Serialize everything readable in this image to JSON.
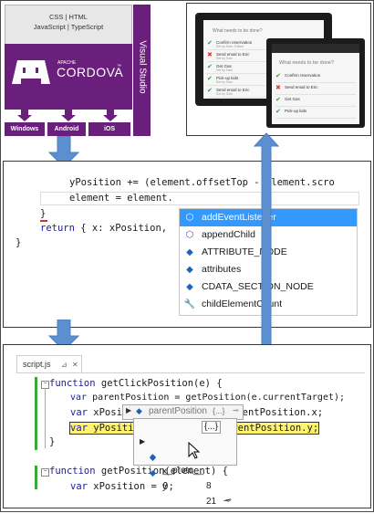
{
  "top_left": {
    "stack_line1": "CSS | HTML",
    "stack_line2": "JavaScript | TypeScript",
    "cordova_small": "APACHE",
    "cordova_name": "CORDOVA",
    "cordova_tm": "™",
    "vs_label": "Visual Studio",
    "platforms": [
      "Windows",
      "Android",
      "iOS"
    ]
  },
  "phones": {
    "title": "What needs to be done?",
    "items": [
      {
        "icon": "check",
        "text": "Confirm reservation",
        "sub": "Set by Sam, Edited"
      },
      {
        "icon": "cross",
        "text": "Send email to Eric",
        "sub": "Set by Sam"
      },
      {
        "icon": "check",
        "text": "Get Gas",
        "sub": "Set by Sam"
      },
      {
        "icon": "check",
        "text": "Pick-up kids",
        "sub": "Set by Sam"
      },
      {
        "icon": "check",
        "text": "Send email to Eric",
        "sub": "Set by Sam"
      }
    ]
  },
  "code_block": {
    "l1": "yPosition += (element.offsetTop - element.scro",
    "l2": "element = element.",
    "l3": "}",
    "l4_kw": "return",
    "l4": " { x: xPosition,",
    "l5": "}"
  },
  "autocomplete": {
    "items": [
      {
        "icon": "method",
        "label": "addEventListener",
        "selected": true
      },
      {
        "icon": "method",
        "label": "appendChild",
        "selected": false
      },
      {
        "icon": "field",
        "label": "ATTRIBUTE_NODE",
        "selected": false
      },
      {
        "icon": "field",
        "label": "attributes",
        "selected": false
      },
      {
        "icon": "field",
        "label": "CDATA_SECTION_NODE",
        "selected": false
      },
      {
        "icon": "wrench",
        "label": "childElementCount",
        "selected": false
      }
    ]
  },
  "debugger": {
    "tab_label": "script.js",
    "tab_pin": "⊿",
    "tab_close": "✕",
    "lines": [
      {
        "kw": "function",
        "text": " getClickPosition(e) {"
      },
      {
        "kw": "var",
        "text": " parentPosition = getPosition(e.currentTarget);"
      },
      {
        "kw": "var",
        "text": " xPosit"
      },
      {
        "kw": "var",
        "text": " yPositio"
      },
      {
        "kw": "",
        "text": "}"
      },
      {
        "kw": "function",
        "text": " getPosition(element) {"
      },
      {
        "kw": "var",
        "text": " xPosition = 0;"
      }
    ],
    "line3_tail": "arentPosition.x;",
    "line4_tail": "arentPosition.y;",
    "tip_header": "parentPosition",
    "tip_header_val": "{...}",
    "rows": [
      {
        "name": "__proto__",
        "value": "{...}"
      },
      {
        "name": "x",
        "value": "8"
      },
      {
        "name": "y",
        "value": "21"
      }
    ]
  },
  "colors": {
    "cordova_purple": "#6b1f7c",
    "arrow_blue": "#5b8fd0",
    "selection_blue": "#3399ff",
    "highlight_yellow": "#fff36b"
  }
}
